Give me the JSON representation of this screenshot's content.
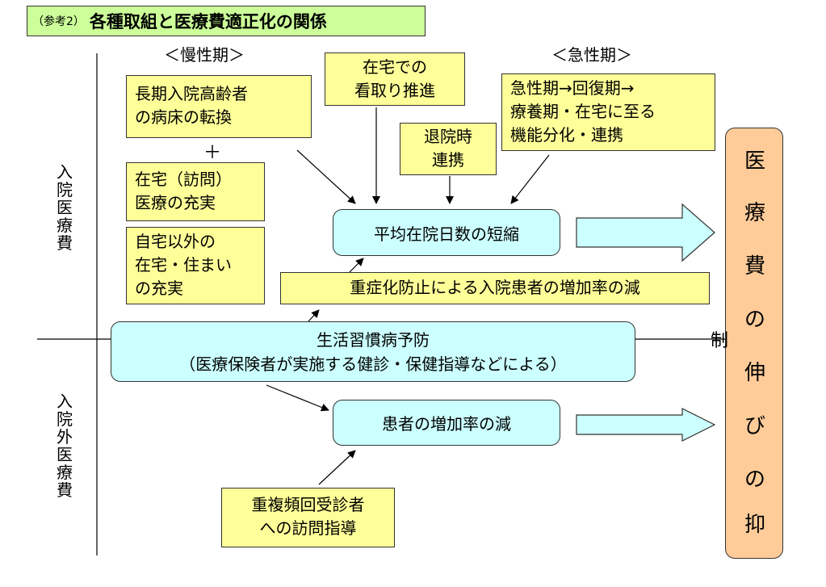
{
  "title": {
    "prefix": "（参考2）",
    "main": "各種取組と医療費適正化の関係"
  },
  "headers": {
    "chronic": "＜慢性期＞",
    "acute": "＜急性期＞"
  },
  "side_labels": {
    "inpatient": [
      "入",
      "院",
      "医",
      "療",
      "費"
    ],
    "outpatient": [
      "入",
      "院",
      "外",
      "医",
      "療",
      "費"
    ]
  },
  "yellow_boxes": {
    "elderly": [
      "長期入院高齢者",
      "の病床の転換"
    ],
    "plus": "＋",
    "home_visit": [
      "在宅（訪問）",
      "医療の充実"
    ],
    "home_other": [
      "自宅以外の",
      "在宅・住まい",
      "の充実"
    ],
    "end_of_life": [
      "在宅での",
      "看取り推進"
    ],
    "discharge": [
      "退院時",
      "連携"
    ],
    "acute_flow": [
      "急性期→回復期→",
      "療養期・在宅に至る",
      "機能分化・連携"
    ],
    "severity": "重症化防止による入院患者の増加率の減",
    "frequent": [
      "重複頻回受診者",
      "への訪問指導"
    ]
  },
  "blue_boxes": {
    "avg_stay": "平均在院日数の短縮",
    "lifestyle": [
      "生活習慣病予防",
      "（医療保険者が実施する健診・保健指導などによる）"
    ],
    "patient_rate": "患者の増加率の減"
  },
  "result": {
    "chars": [
      "医",
      "療",
      "費",
      "の",
      "伸",
      "び",
      "の",
      "抑"
    ],
    "overflow_char": "制"
  }
}
